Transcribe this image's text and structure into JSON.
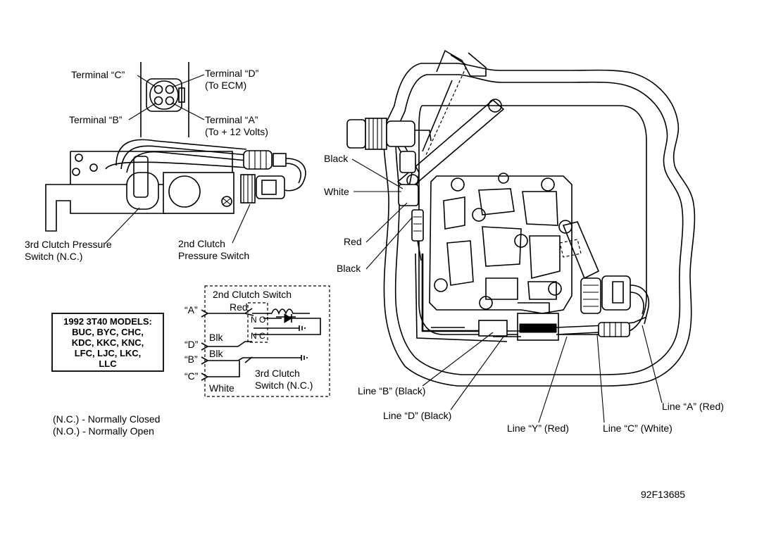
{
  "connector": {
    "terminal_c": "Terminal “C”",
    "terminal_d": "Terminal “D”",
    "terminal_d_note": "(To ECM)",
    "terminal_b": "Terminal “B”",
    "terminal_a": "Terminal “A”",
    "terminal_a_note": "(To + 12 Volts)"
  },
  "switches": {
    "third_clutch_1": "3rd Clutch Pressure",
    "third_clutch_2": "Switch (N.C.)",
    "second_clutch_1": "2nd Clutch",
    "second_clutch_2": "Pressure Switch"
  },
  "models_box": {
    "title": "1992 3T40 MODELS:",
    "line1": "BUC, BYC, CHC,",
    "line2": "KDC, KKC, KNC,",
    "line3": "LFC, LJC, LKC,",
    "line4": "LLC"
  },
  "schematic": {
    "title": "2nd Clutch Switch",
    "term_a": "“A”",
    "term_d": "“D”",
    "term_b": "“B”",
    "term_c": "“C”",
    "wire_red": "Red",
    "wire_blk1": "Blk",
    "wire_blk2": "Blk",
    "wire_white": "White",
    "no": "N O",
    "nc": "N C",
    "third_1": "3rd Clutch",
    "third_2": "Switch (N.C.)"
  },
  "legend": {
    "nc": "(N.C.)  -  Normally Closed",
    "no": "(N.O.)  -  Normally Open"
  },
  "wires": {
    "black_top": "Black",
    "white": "White",
    "red": "Red",
    "black_bottom": "Black",
    "line_b": "Line “B” (Black)",
    "line_d": "Line “D” (Black)",
    "line_y": "Line “Y” (Red)",
    "line_c": "Line “C” (White)",
    "line_a": "Line “A” (Red)"
  },
  "figure_id": "92F13685"
}
